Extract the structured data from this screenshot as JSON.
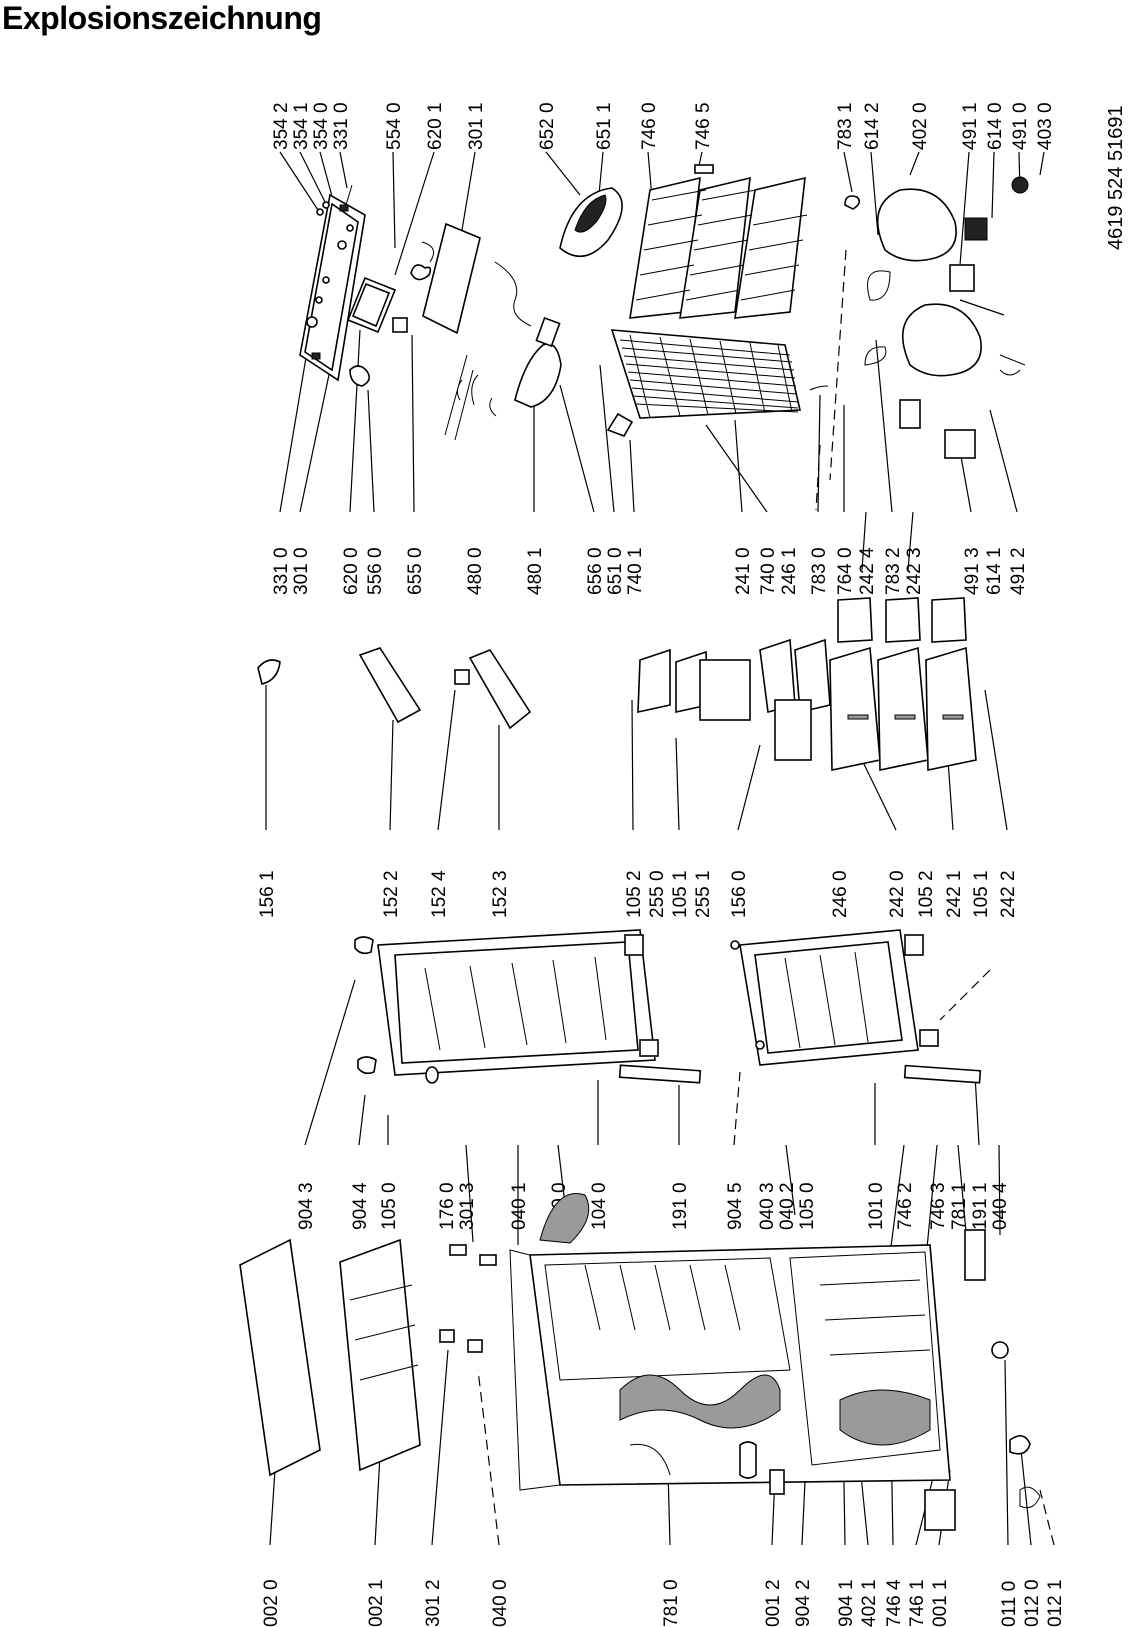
{
  "title": "Explosionszeichnung",
  "document_number": "4619 524 51691",
  "labels": {
    "l_3542": "354 2",
    "l_3541": "354 1",
    "l_3540": "354 0",
    "l_3310a": "331 0",
    "l_5540": "554 0",
    "l_6201": "620 1",
    "l_3011": "301 1",
    "l_6520": "652 0",
    "l_6511": "651 1",
    "l_7460": "746 0",
    "l_7465": "746 5",
    "l_7831": "783 1",
    "l_6142": "614 2",
    "l_4020": "402 0",
    "l_4911": "491 1",
    "l_6140": "614 0",
    "l_4910": "491 0",
    "l_4030": "403 0",
    "l_3310b": "331 0",
    "l_3010": "301 0",
    "l_6200": "620 0",
    "l_5560": "556 0",
    "l_6550": "655 0",
    "l_4800": "480 0",
    "l_4801": "480 1",
    "l_6560": "656 0",
    "l_6510": "651 0",
    "l_7401": "740 1",
    "l_2410": "241 0",
    "l_7400": "740 0",
    "l_2461": "246 1",
    "l_7830": "783 0",
    "l_7640": "764 0",
    "l_2424": "242 4",
    "l_7832": "783 2",
    "l_2423": "242 3",
    "l_4913": "491 3",
    "l_6141": "614 1",
    "l_4912": "491 2",
    "l_1561": "156 1",
    "l_1522": "152 2",
    "l_1524": "152 4",
    "l_1523": "152 3",
    "l_1052a": "105 2",
    "l_2550": "255 0",
    "l_1051a": "105 1",
    "l_2551": "255 1",
    "l_1560": "156 0",
    "l_2460": "246 0",
    "l_2420": "242 0",
    "l_1052b": "105 2",
    "l_2421": "242 1",
    "l_1051b": "105 1",
    "l_2422": "242 2",
    "l_9043": "904 3",
    "l_9044": "904 4",
    "l_1050a": "105 0",
    "l_1760": "176 0",
    "l_3013": "301 3",
    "l_0401": "040 1",
    "l_4400": "440 0",
    "l_1040": "104 0",
    "l_1910": "191 0",
    "l_9045": "904 5",
    "l_0403": "040 3",
    "l_0402": "040 2",
    "l_1050b": "105 0",
    "l_1010": "101 0",
    "l_7462": "746 2",
    "l_7463": "746 3",
    "l_7811": "781 1",
    "l_1911": "191 1",
    "l_0404": "040 4",
    "l_0020": "002 0",
    "l_0021": "002 1",
    "l_3012": "301 2",
    "l_0400": "040 0",
    "l_7810": "781 0",
    "l_0012": "001 2",
    "l_9042": "904 2",
    "l_9041": "904 1",
    "l_4021": "402 1",
    "l_7464": "746 4",
    "l_7461": "746 1",
    "l_0011": "001 1",
    "l_0110": "011 0",
    "l_0120": "012 0",
    "l_0121": "012 1"
  }
}
